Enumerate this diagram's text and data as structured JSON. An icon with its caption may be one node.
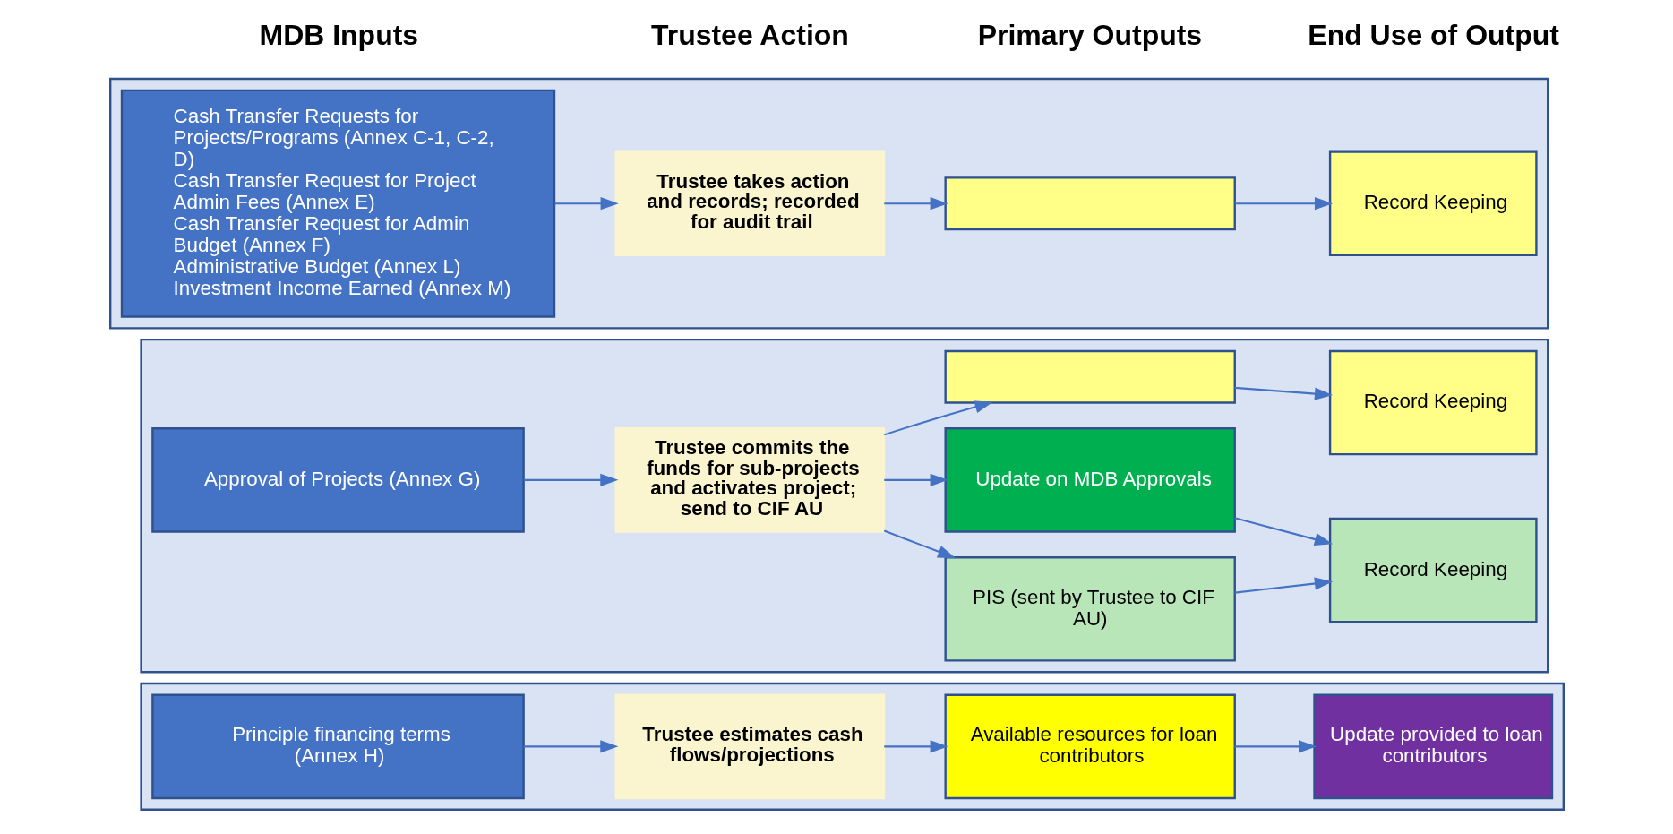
{
  "diagram": {
    "nodes": [
      {
        "text": [],
        "shape": "box"
      },
      {
        "text": [
          "Cash Transfer Requests for Projects/Programs (Annex C-1, C-2, D)",
          "Cash Transfer Request for Project Admin Fees (Annex E)",
          "Cash Transfer Request for Admin Budget (Annex F)",
          "Administrative Budget (Annex L)",
          "Investment Income Earned (Annex M)"
        ],
        "in": 0
      },
      {
        "text": [
          "Trustee takes action and records; recorded for audit trail"
        ],
        "in": 0
      },
      {
        "text": [],
        "shape": "box",
        "in": 0
      },
      {
        "text": [
          "Record Keeping"
        ],
        "in": 0
      },
      {
        "text": [],
        "shape": "box"
      },
      {
        "text": [
          "Approval of Projects (Annex G)"
        ],
        "in": 5
      },
      {
        "text": [
          "Trustee commits the funds for sub-projects and activates project; send to CIF AU"
        ],
        "in": 5
      },
      {
        "text": [],
        "shape": "box",
        "in": 5
      },
      {
        "text": [
          "Record Keeping"
        ],
        "in": 5
      },
      {
        "text": [
          "Update on MDB Approvals"
        ],
        "in": 5
      },
      {
        "text": [
          "Record Keeping"
        ],
        "in": 5
      },
      {
        "text": [
          "PIS (sent by Trustee to CIF AU)"
        ],
        "in": 5
      },
      {
        "text": [],
        "shape": "box"
      },
      {
        "text": [
          "Principle financing terms (Annex H)"
        ],
        "in": 13
      },
      {
        "text": [
          "Trustee estimates cash flows/projections"
        ],
        "in": 13
      },
      {
        "text": [
          "Available resources for loan contributors"
        ],
        "in": 13
      },
      {
        "text": [
          "Update provided to loan contributors"
        ],
        "in": 13
      }
    ],
    "edges": [
      {
        "from": 1,
        "to": 2,
        "arrow": "to"
      },
      {
        "from": 2,
        "to": 3,
        "arrow": "to"
      },
      {
        "from": 3,
        "to": 4,
        "arrow": "to"
      },
      {
        "from": 6,
        "to": 7,
        "arrow": "to"
      },
      {
        "from": 7,
        "to": 8,
        "arrow": "to"
      },
      {
        "from": 7,
        "to": 10,
        "arrow": "to"
      },
      {
        "from": 7,
        "to": 12,
        "arrow": "to"
      },
      {
        "from": 8,
        "to": 9,
        "arrow": "to"
      },
      {
        "from": 10,
        "to": 11,
        "arrow": "to"
      },
      {
        "from": 12,
        "to": 11,
        "arrow": "to"
      },
      {
        "from": 14,
        "to": 15,
        "arrow": "to"
      },
      {
        "from": 15,
        "to": 16,
        "arrow": "to"
      },
      {
        "from": 16,
        "to": 17,
        "arrow": "to"
      }
    ],
    "labels": [
      "MDB Inputs",
      "Trustee Action",
      "Primary Outputs",
      "End Use of Output"
    ]
  }
}
